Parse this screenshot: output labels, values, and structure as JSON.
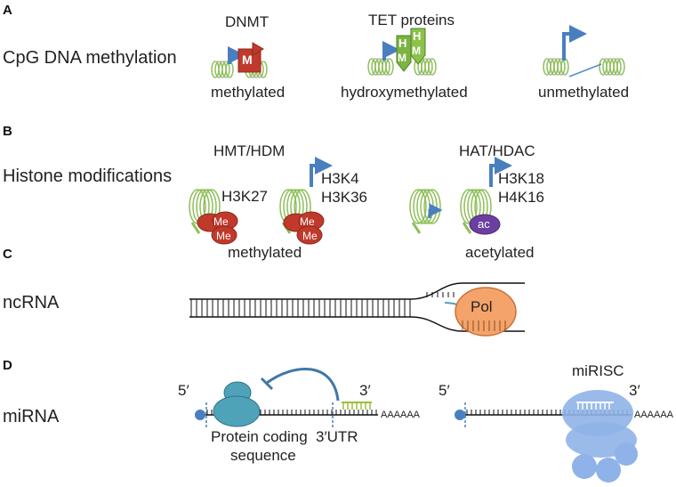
{
  "panels": {
    "a": "A",
    "b": "B",
    "c": "C",
    "d": "D"
  },
  "methylation": {
    "section_title": "CpG DNA methylation",
    "enzyme_dnmt": "DNMT",
    "enzyme_tet": "TET proteins",
    "mark_m": "M",
    "mark_h": "H",
    "state_methylated": "methylated",
    "state_hydroxymethylated": "hydroxymethylated",
    "state_unmethylated": "unmethylated"
  },
  "histone": {
    "section_title": "Histone modifications",
    "enzyme_hmt": "HMT/HDM",
    "enzyme_hat": "HAT/HDAC",
    "h3k27": "H3K27",
    "h3k4": "H3K4",
    "h3k36": "H3K36",
    "h3k18": "H3K18",
    "h4k16": "H4K16",
    "me": "Me",
    "ac": "ac",
    "state_methylated": "methylated",
    "state_acetylated": "acetylated"
  },
  "ncrna": {
    "section_title": "ncRNA",
    "pol": "Pol"
  },
  "mirna": {
    "section_title": "miRNA",
    "five_prime": "5′",
    "three_prime": "3′",
    "polya": "AAAAAA",
    "protein_coding": "Protein coding",
    "sequence": "sequence",
    "utr": "3′UTR",
    "mirisc": "miRISC"
  },
  "colors": {
    "helix": "#8fbf5a",
    "arrow": "#4a7fbf",
    "methyl": "#c0392b",
    "hydroxy": "#7cb342",
    "acetyl": "#6a3fa0",
    "pol": "#f4a46a",
    "ribosome": "#4fa3b8",
    "mirisc": "#8fb3e8",
    "mirna_strand": "#9bbf3a"
  }
}
